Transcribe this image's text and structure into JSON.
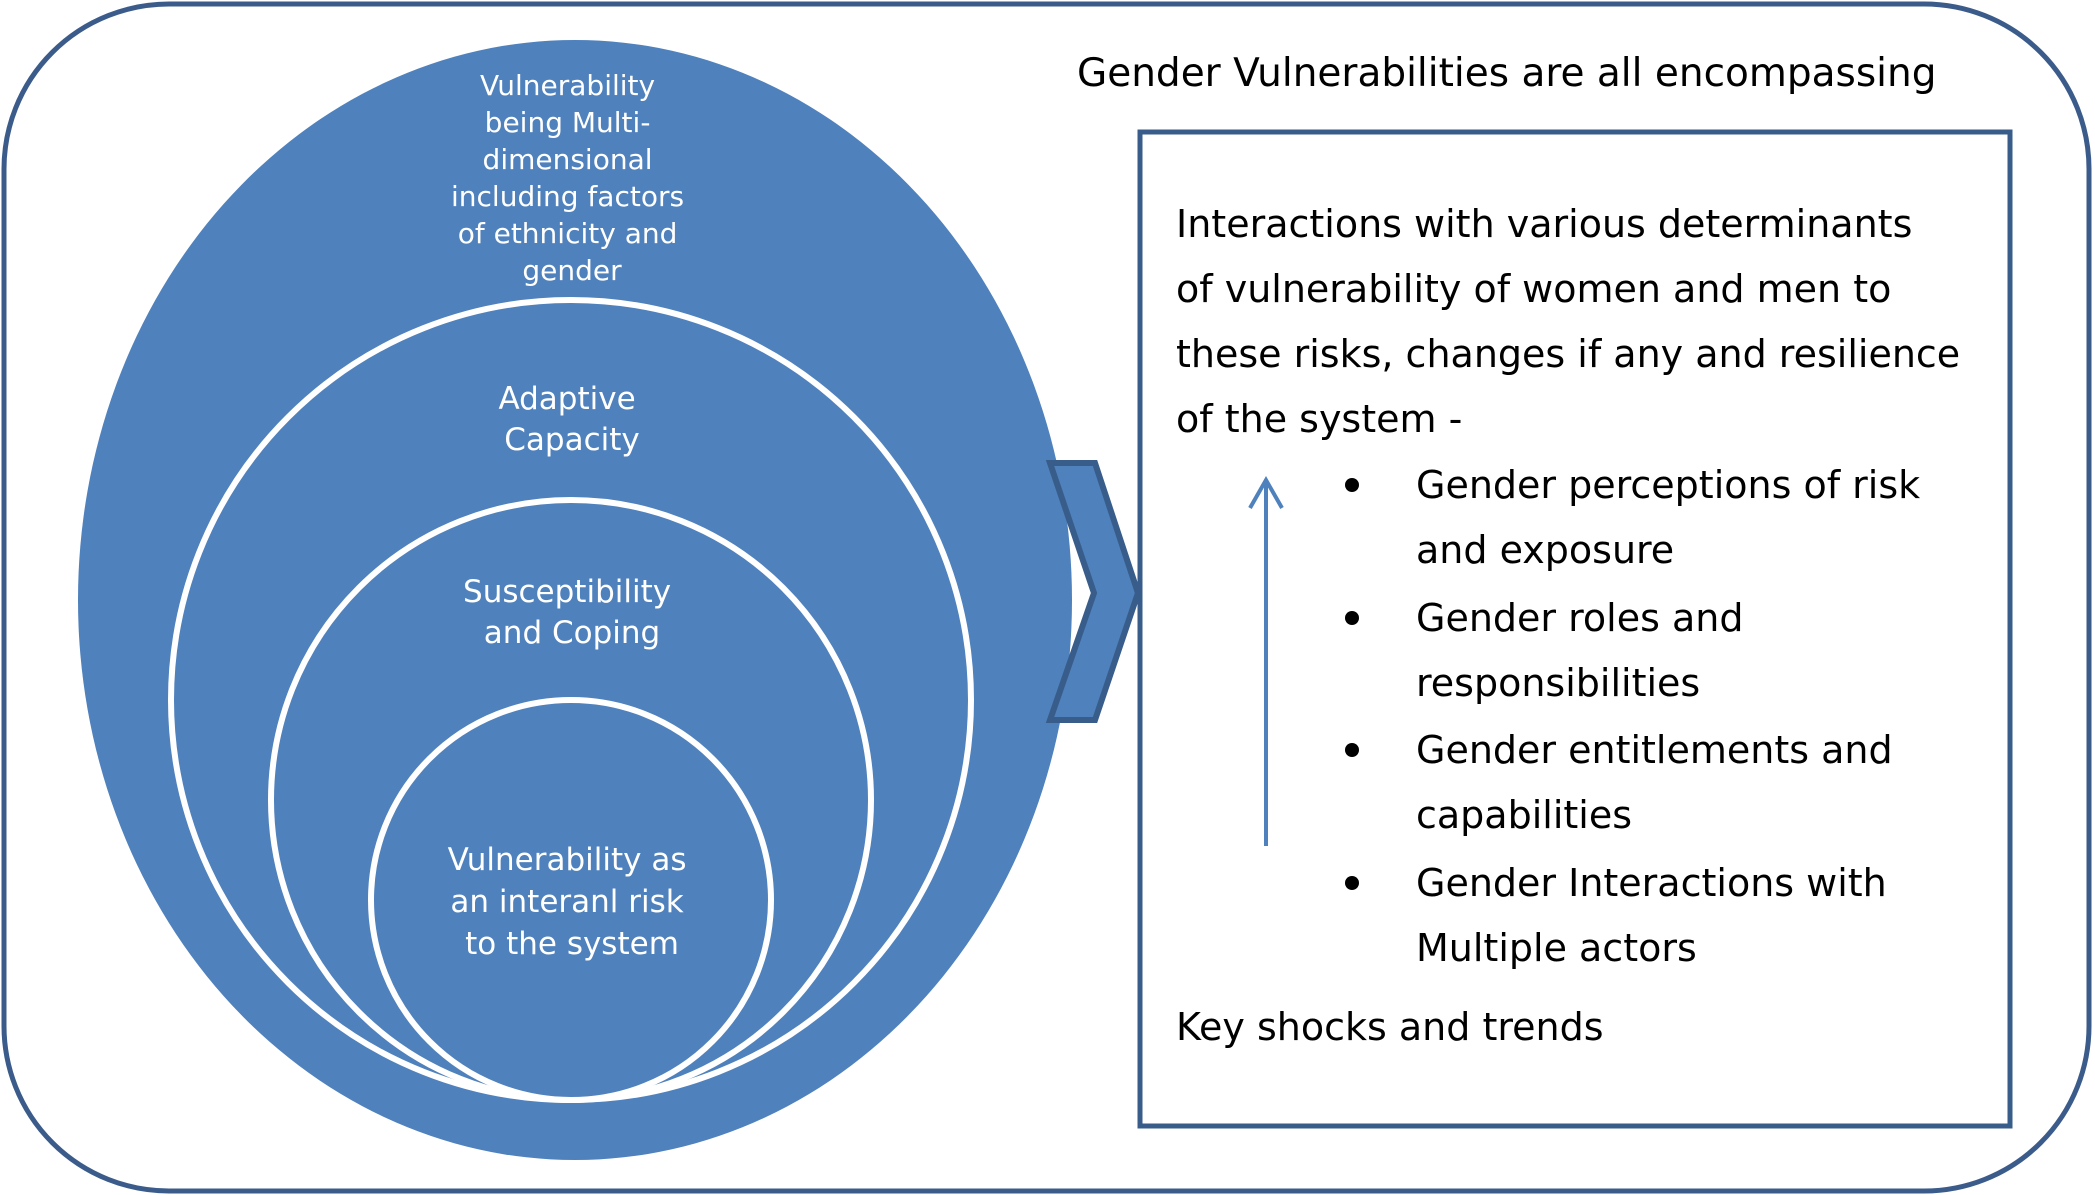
{
  "heading": "Gender Vulnerabilities are all encompassing",
  "circles": {
    "outer": [
      "Vulnerability",
      "being Multi-",
      "dimensional",
      "including  factors",
      "of ethnicity and",
      "gender"
    ],
    "second": [
      "Adaptive",
      "Capacity"
    ],
    "third": [
      "Susceptibility",
      "and Coping"
    ],
    "inner": [
      "Vulnerability as",
      "an interanl risk",
      "to the system"
    ]
  },
  "box": {
    "intro": [
      "Interactions with various determinants",
      "of vulnerability of women and men to",
      "these risks, changes if any and resilience",
      "of the system -"
    ],
    "bullets": [
      [
        "Gender perceptions of risk",
        "and exposure"
      ],
      [
        "Gender roles and",
        "responsibilities"
      ],
      [
        "Gender entitlements and",
        "capabilities"
      ],
      [
        "Gender Interactions with",
        "Multiple actors"
      ]
    ],
    "footer": "Key shocks and trends"
  },
  "colors": {
    "frame": "#3b5c8a",
    "circle_fill": "#4f81bd",
    "circle_stroke": "#ffffff",
    "arrow_fill": "#4f81bd",
    "arrow_stroke": "#385d8a"
  }
}
